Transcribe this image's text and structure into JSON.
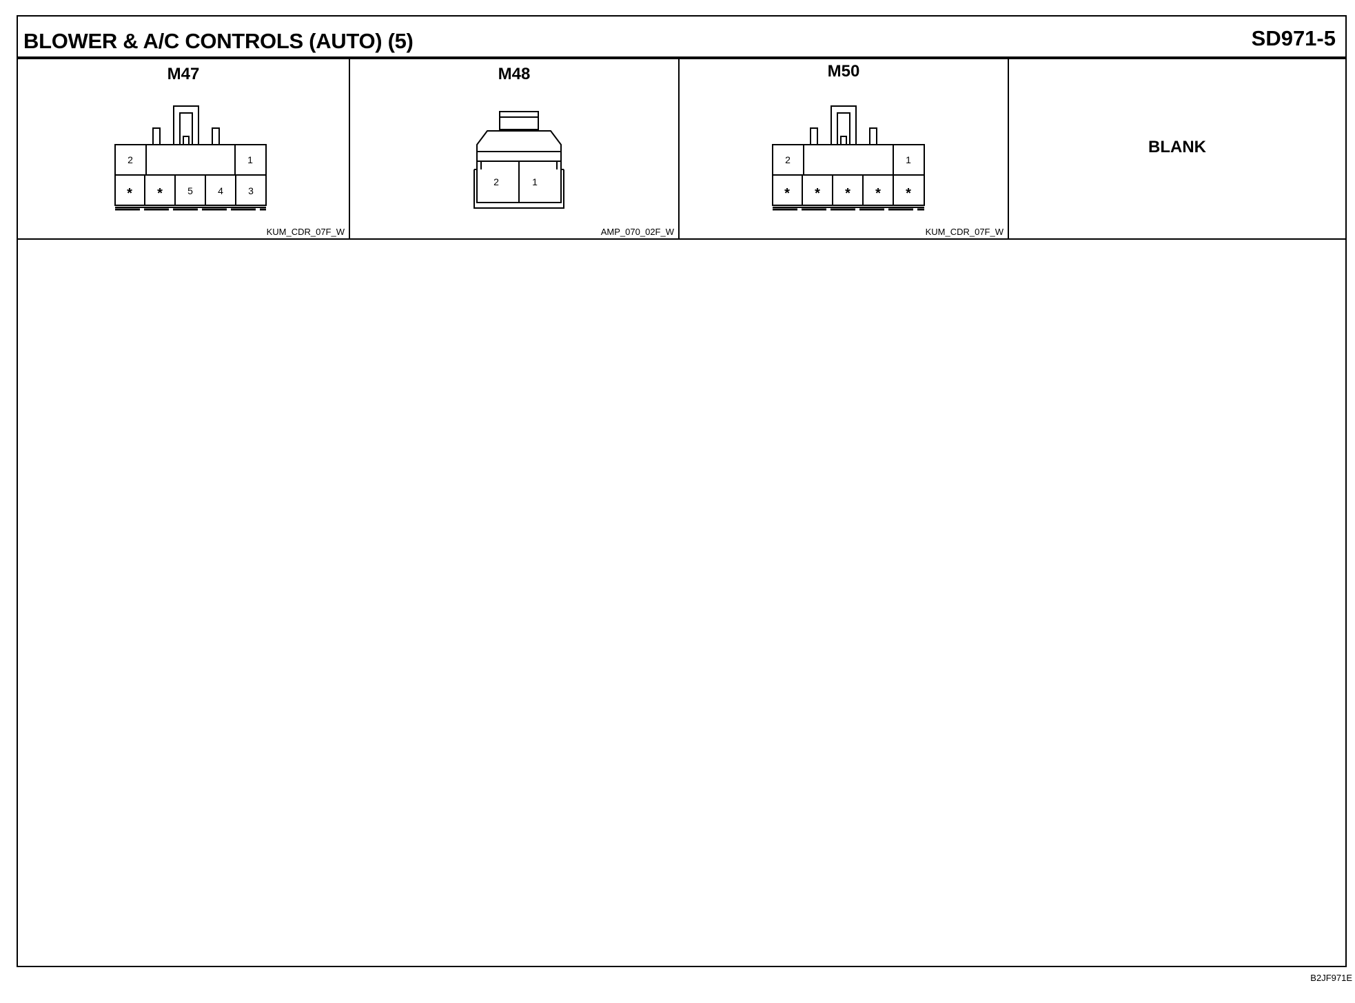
{
  "document": {
    "title": "BLOWER & A/C CONTROLS (AUTO) (5)",
    "code": "SD971-5",
    "page_ref": "B2JF971E"
  },
  "connectors": [
    {
      "name": "M47",
      "code": "KUM_CDR_07F_W",
      "top_pins": [
        "2",
        "1"
      ],
      "bottom_pins": [
        "*",
        "*",
        "5",
        "4",
        "3"
      ]
    },
    {
      "name": "M48",
      "code": "AMP_070_02F_W",
      "pins": [
        "2",
        "1"
      ]
    },
    {
      "name": "M50",
      "code": "KUM_CDR_07F_W",
      "top_pins": [
        "2",
        "1"
      ],
      "bottom_pins": [
        "*",
        "*",
        "*",
        "*",
        "*"
      ]
    }
  ],
  "blank_panel": {
    "label": "BLANK"
  }
}
